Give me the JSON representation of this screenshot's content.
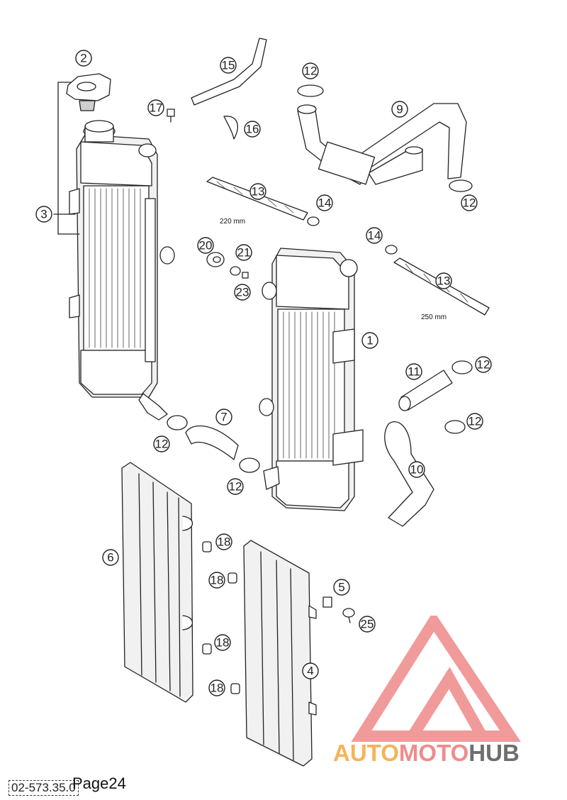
{
  "callouts": [
    "1",
    "2",
    "3",
    "4",
    "5",
    "6",
    "7",
    "9",
    "10",
    "11",
    "12",
    "13",
    "14",
    "15",
    "16",
    "17",
    "18",
    "20",
    "21",
    "23",
    "25"
  ],
  "dimensions": {
    "hose_a": "220 mm",
    "hose_b": "250 mm"
  },
  "footer": {
    "code": "02-573.35.0",
    "page": "Page24"
  },
  "watermark": {
    "text_a": "AUTO",
    "text_b": "MOTO",
    "text_c": "HUB",
    "colors": {
      "a": "#f6b35a",
      "b": "#ef8c8c",
      "c": "#6e6e6e",
      "mark": "#f19a9a"
    }
  }
}
